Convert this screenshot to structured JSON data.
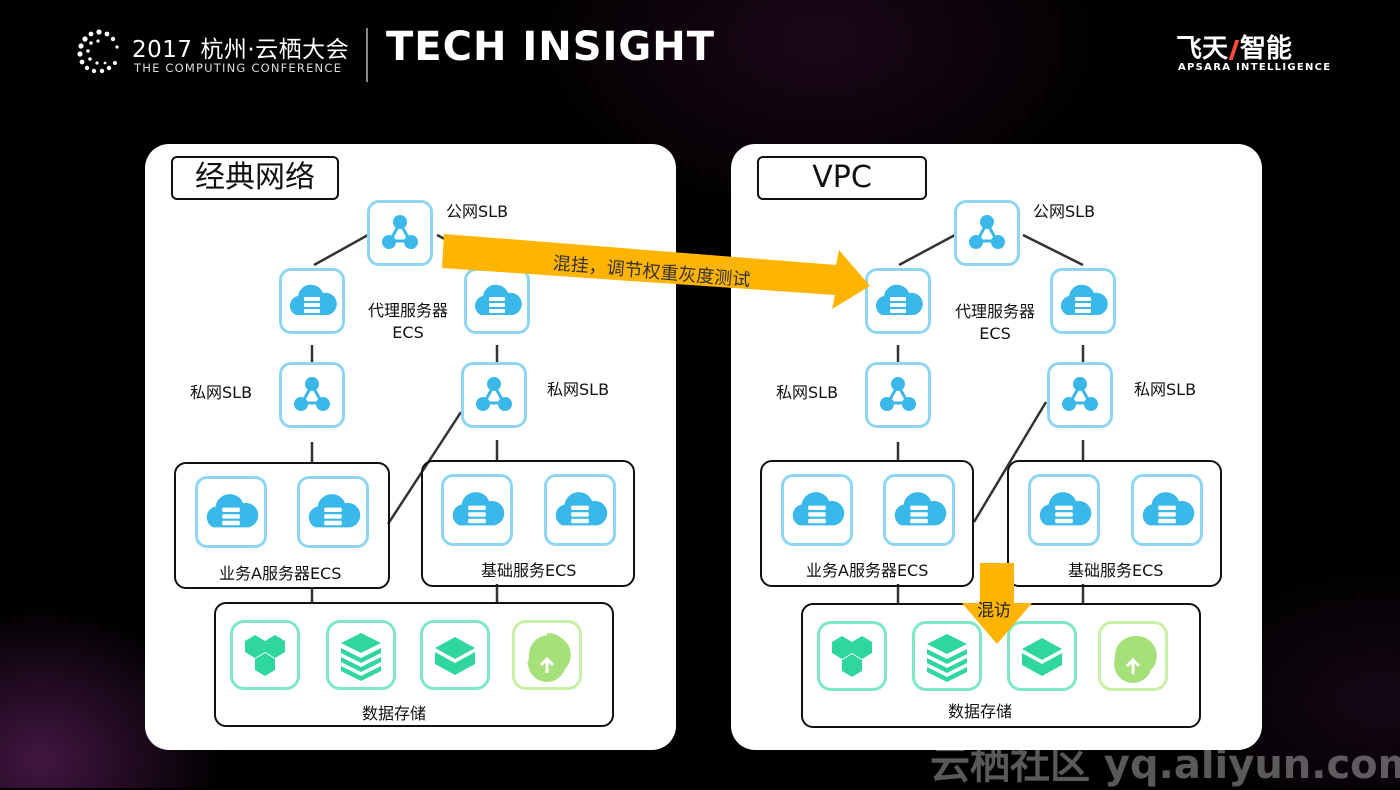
{
  "header": {
    "conference_title": "2017 杭州·云栖大会",
    "conference_subtitle": "THE COMPUTING CONFERENCE",
    "series": "TECH INSIGHT",
    "brand_left": "飞天",
    "brand_right": "智能",
    "brand_subtitle": "APSARA INTELLIGENCE"
  },
  "classic": {
    "title": "经典网络",
    "public_slb": "公网SLB",
    "proxy_line1": "代理服务器",
    "proxy_line2": "ECS",
    "private_slb_left": "私网SLB",
    "private_slb_right": "私网SLB",
    "biz_group": "业务A服务器ECS",
    "base_group": "基础服务ECS",
    "storage_group": "数据存储"
  },
  "vpc": {
    "title": "VPC",
    "public_slb": "公网SLB",
    "proxy_line1": "代理服务器",
    "proxy_line2": "ECS",
    "private_slb_left": "私网SLB",
    "private_slb_right": "私网SLB",
    "biz_group": "业务A服务器ECS",
    "base_group": "基础服务ECS",
    "storage_group": "数据存储"
  },
  "arrows": {
    "mixed_mount": "混挂，调节权重灰度测试",
    "mixed_access": "混访"
  },
  "icons": [
    "slb-icon",
    "ecs-cloud-icon",
    "storage-icon",
    "oss-icon"
  ],
  "colors": {
    "ecs": "#3bb8ea",
    "storage": "#2fd6a0",
    "oss": "#a6e07a",
    "arrow": "#ffb400"
  },
  "watermark": "云栖社区 yq.aliyun.com"
}
